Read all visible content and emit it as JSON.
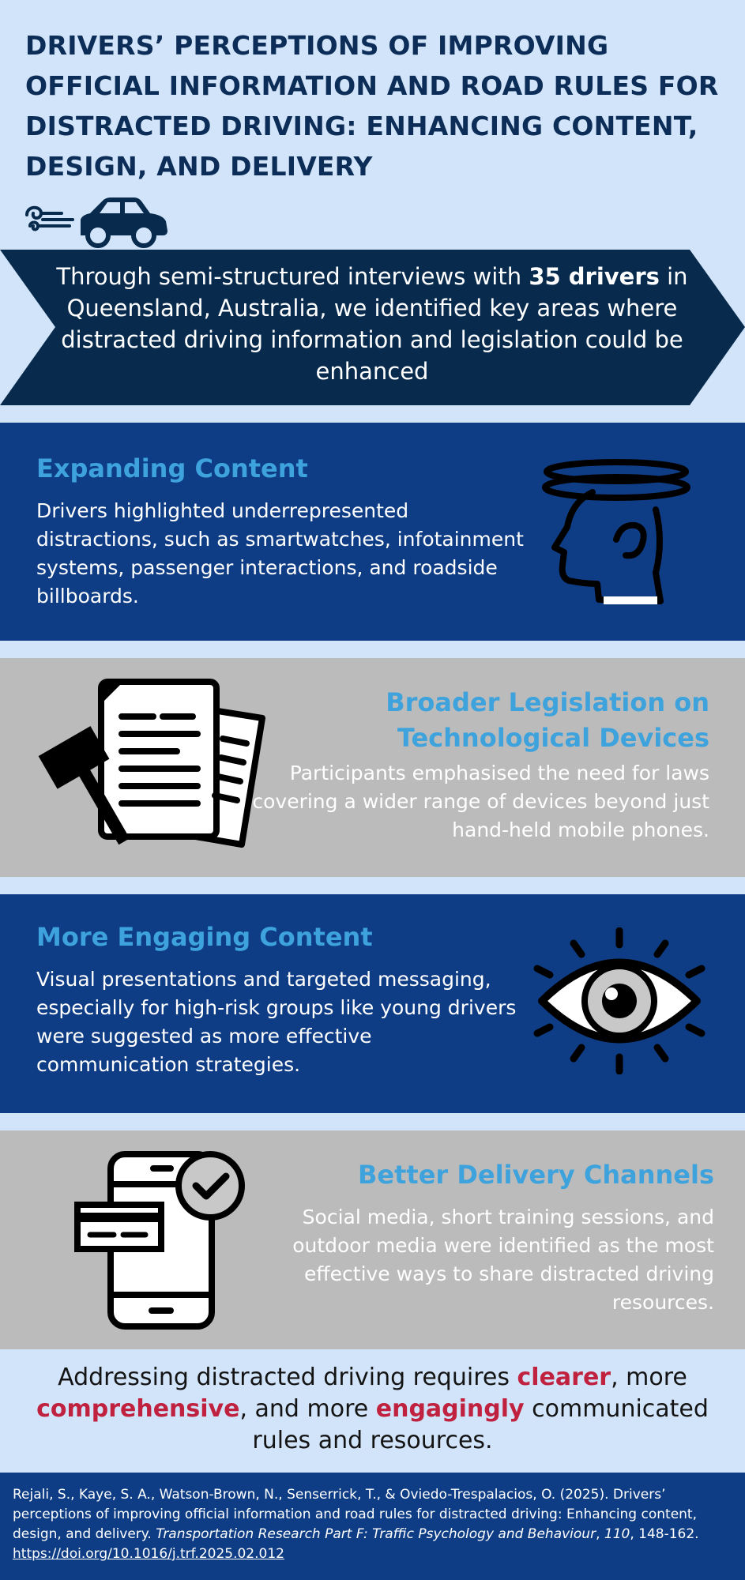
{
  "title": "Drivers’ perceptions of improving official information and road rules for distracted driving: enhancing content, design, and delivery",
  "intro": {
    "pre": "Through semi-structured interviews with ",
    "bold": "35 drivers",
    "post": " in Queensland, Australia, we identified key areas where distracted driving information and legislation could be enhanced"
  },
  "sections": [
    {
      "title": "Expanding Content",
      "body": "Drivers highlighted underrepresented distractions, such as smartwatches, infotainment systems, passenger interactions, and roadside billboards.",
      "icon": "dizzy-head-icon"
    },
    {
      "title": "Broader Legislation on Technological Devices",
      "body": "Participants emphasised the need for laws covering a wider range of devices beyond just hand-held mobile phones.",
      "icon": "gavel-document-icon"
    },
    {
      "title": "More Engaging Content",
      "body": "Visual presentations and targeted messaging, especially for high-risk groups like young drivers were suggested as more effective communication strategies.",
      "icon": "eye-icon"
    },
    {
      "title": "Better Delivery Channels",
      "body": "Social media, short training sessions, and outdoor media were identified as the most effective ways to share distracted driving resources.",
      "icon": "phone-check-icon"
    }
  ],
  "conclusion": {
    "t1": "Addressing distracted driving requires ",
    "h1": "clearer",
    "t2": ", more ",
    "h2": "comprehensive",
    "t3": ", and more ",
    "h3": "engagingly",
    "t4": " communicated rules and resources."
  },
  "citation": {
    "authors": "Rejali, S., Kaye, S. A., Watson-Brown, N., Senserrick, T., & Oviedo-Trespalacios, O. (2025). Drivers’ perceptions of improving official information and road rules for distracted driving: Enhancing content, design, and delivery. ",
    "journal": "Transportation Research Part F: Traffic Psychology and Behaviour",
    "sep": ", ",
    "volume": "110",
    "pages": ", 148-162. ",
    "doi": "https://doi.org/10.1016/j.trf.2025.02.012"
  },
  "colors": {
    "background": "#d2e4f9",
    "navy": "#072a4d",
    "panel_blue": "#0e3d85",
    "panel_grey": "#bbbbbb",
    "heading_blue": "#3ea3dc",
    "highlight": "#c0213f"
  }
}
